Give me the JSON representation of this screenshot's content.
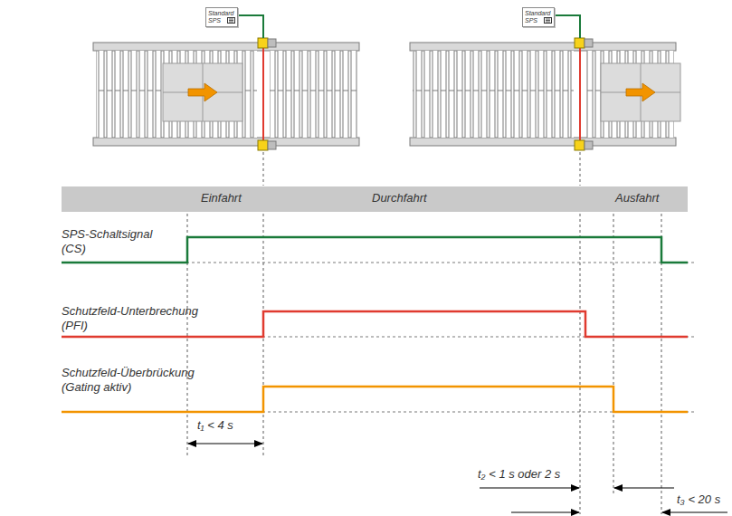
{
  "diagram": {
    "nodes": [
      {
        "text": [
          "Standard SPS"
        ]
      },
      {
        "text": [
          "Standard SPS"
        ]
      },
      {
        "text": [
          "Einfahrt",
          "Durchfahrt",
          "Ausfahrt"
        ]
      }
    ],
    "labels": [
      "SPS-Schaltsignal (CS)",
      "Schutzfeld-Unterbrechung (PFI)",
      "Schutzfeld-Überbrückung (Gating aktiv)",
      "t₁ < 4 s",
      "t₂ < 1 s oder 2 s",
      "t₃ < 20 s"
    ]
  }
}
